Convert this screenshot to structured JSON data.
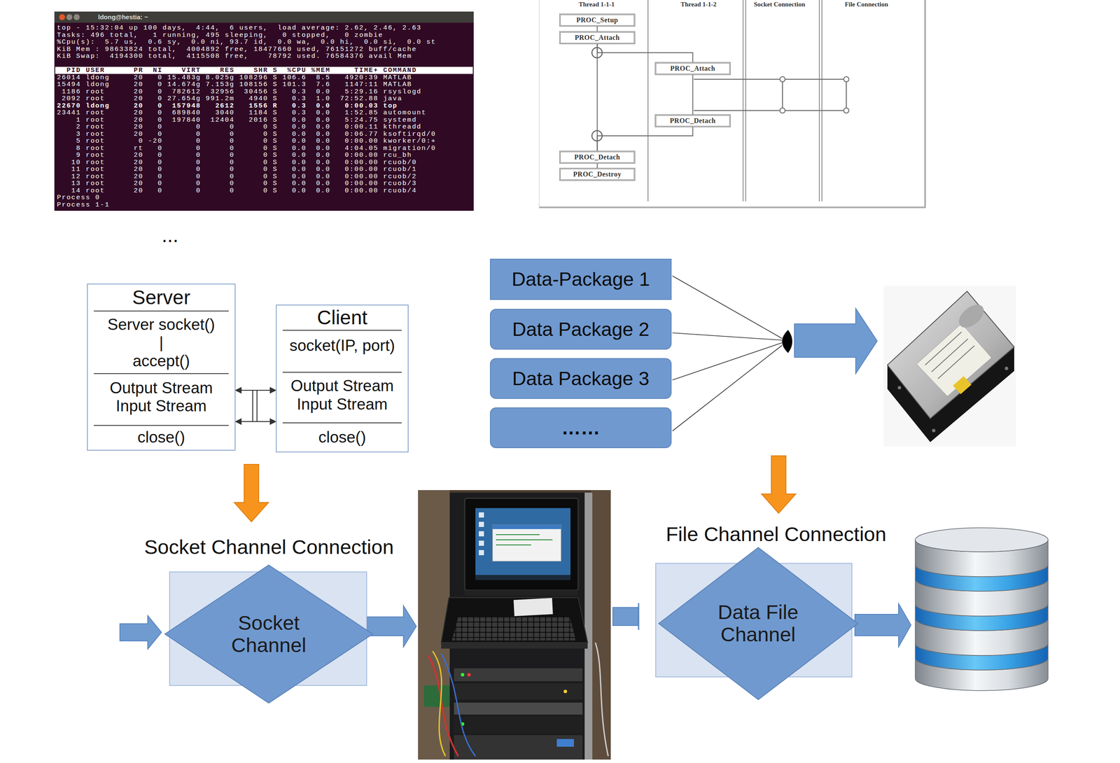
{
  "diagram": {
    "nodes": [
      {
        "text": [
          "PROC_Setup"
        ]
      },
      {
        "text": [
          "PROC_Attach"
        ]
      },
      {
        "text": [
          "PROC_Attach"
        ]
      },
      {
        "text": [
          "PROC_Detach"
        ]
      },
      {
        "text": [
          "PROC_Detach"
        ]
      },
      {
        "text": [
          "PROC_Destroy"
        ]
      },
      {
        "text": [
          "Server",
          "Server socket()",
          "|",
          "accept()",
          "Output Stream Input Stream",
          "close()"
        ]
      },
      {
        "text": [
          "Client",
          "socket(IP, port)",
          "Output Stream Input Stream",
          "close()"
        ]
      },
      {
        "text": [
          "Data-Package 1"
        ]
      },
      {
        "text": [
          "Data Package 2"
        ]
      },
      {
        "text": [
          "Data Package 3"
        ]
      },
      {
        "text": [
          "……"
        ]
      },
      {
        "text": [
          "Socket Channel Connection"
        ]
      },
      {
        "text": [
          "Socket Channel"
        ],
        "in": 12
      },
      {
        "text": [
          "File Channel Connection"
        ]
      },
      {
        "text": [
          "Data File Channel"
        ],
        "in": 14
      }
    ],
    "edges": [
      {
        "from": 0,
        "to": 1,
        "arrow": "none"
      },
      {
        "from": 1,
        "to": 2,
        "arrow": "none"
      },
      {
        "from": 2,
        "to": 3,
        "arrow": "none"
      },
      {
        "from": 3,
        "to": 4,
        "arrow": "none"
      },
      {
        "from": 1,
        "to": 4,
        "arrow": "none"
      },
      {
        "from": 4,
        "to": 5,
        "arrow": "none"
      },
      {
        "from": 6,
        "to": 7,
        "arrow": "both"
      },
      {
        "from": 6,
        "to": 7,
        "arrow": "both"
      }
    ],
    "labels": [
      "ldong@hestia: ~",
      "top - 15:32:04 up 100 days,  4:44,  6 users,  load average: 2.62, 2.46, 2.63",
      "Tasks: 496 total,   1 running, 495 sleeping,   0 stopped,   0 zombie",
      "%Cpu(s):  5.7 us,  0.6 sy,  0.0 ni, 93.7 id,  0.0 wa,  0.0 hi,  0.0 si,  0.0 st",
      "KiB Mem : 98633824 total,  4004892 free, 18477660 used, 76151272 buff/cache",
      "KiB Swap:  4194300 total,  4115508 free,    78792 used. 76584376 avail Mem",
      "  PID USER      PR  NI    VIRT    RES    SHR S  %CPU %MEM     TIME+ COMMAND",
      "26014 ldong     20   0 15.483g 8.025g 108296 S 106.6  8.5   4920:39 MATLAB",
      "15494 ldong     20   0 14.674g 7.153g 108156 S 101.3  7.6   1147:11 MATLAB",
      " 1186 root      20   0  782612  32956  30456 S   0.3  0.0   5:29.16 rsyslogd",
      " 2092 root      20   0 27.654g 991.2m   4940 S   0.3  1.0  72:52.88 java",
      "22670 ldong     20   0  157948   2612   1556 R   0.3  0.0   0:00.03 top",
      "23441 root      20   0  689840   3040   1184 S   0.3  0.0   1:52.85 automount",
      "    1 root      20   0  197840  12404   2016 S   0.0  0.0   5:24.75 systemd",
      "    2 root      20   0       0      0      0 S   0.0  0.0   0:00.11 kthreadd",
      "    3 root      20   0       0      0      0 S   0.0  0.0   0:06.77 ksoftirqd/0",
      "    5 root       0 -20       0      0      0 S   0.0  0.0   0:00.00 kworker/0:+",
      "    8 root      rt   0       0      0      0 S   0.0  0.0   4:04.05 migration/0",
      "    9 root      20   0       0      0      0 S   0.0  0.0   0:00.00 rcu_bh",
      "   10 root      20   0       0      0      0 S   0.0  0.0   0:00.00 rcuob/0",
      "   11 root      20   0       0      0      0 S   0.0  0.0   0:00.00 rcuob/1",
      "   12 root      20   0       0      0      0 S   0.0  0.0   0:00.00 rcuob/2",
      "   13 root      20   0       0      0      0 S   0.0  0.0   0:00.00 rcuob/3",
      "   14 root      20   0       0      0      0 S   0.0  0.0   0:00.00 rcuob/4",
      "Process 0",
      "Process 1-1",
      "Thread 1-1-1",
      "Thread 1-1-2",
      "Socket Connection",
      "File Connection",
      "..."
    ]
  }
}
